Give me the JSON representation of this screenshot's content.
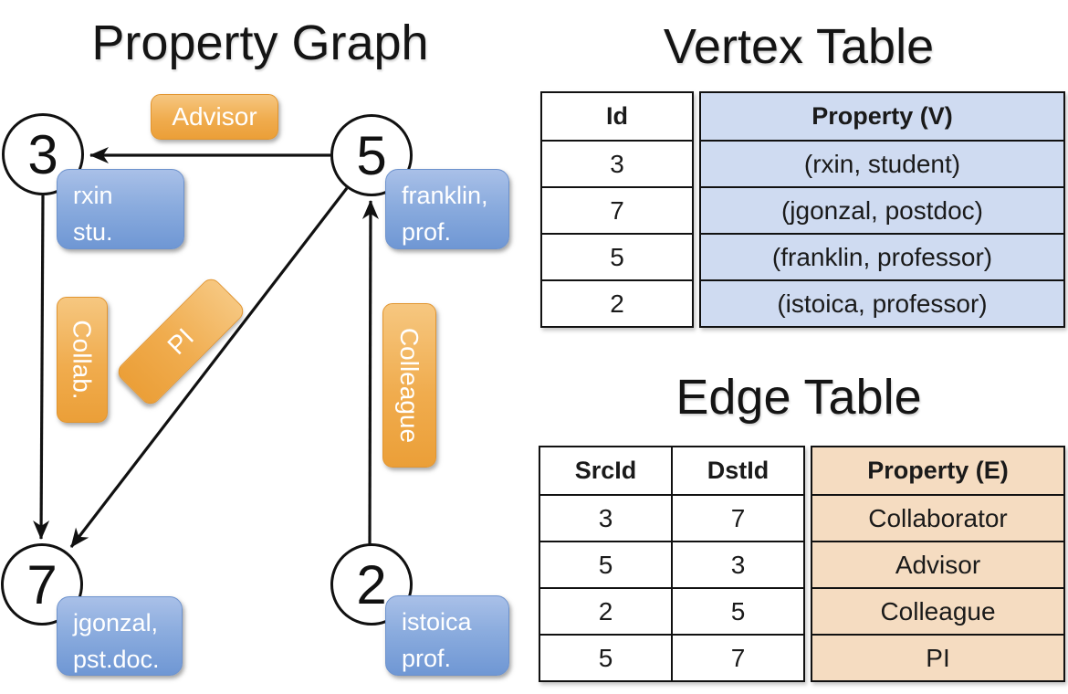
{
  "titles": {
    "graph": "Property Graph",
    "vertex_table": "Vertex Table",
    "edge_table": "Edge Table"
  },
  "graph": {
    "nodes": [
      {
        "id": "3",
        "line1": "rxin",
        "line2": "stu."
      },
      {
        "id": "5",
        "line1": "franklin,",
        "line2": "prof."
      },
      {
        "id": "7",
        "line1": "jgonzal,",
        "line2": "pst.doc."
      },
      {
        "id": "2",
        "line1": "istoica",
        "line2": "prof."
      }
    ],
    "edge_labels": {
      "advisor": "Advisor",
      "collab": "Collab.",
      "pi": "PI",
      "colleague": "Colleague"
    },
    "edges": [
      {
        "from": "5",
        "to": "3",
        "label": "Advisor"
      },
      {
        "from": "3",
        "to": "7",
        "label": "Collab."
      },
      {
        "from": "5",
        "to": "7",
        "label": "PI"
      },
      {
        "from": "2",
        "to": "5",
        "label": "Colleague"
      }
    ]
  },
  "vertex_table": {
    "headers": {
      "id": "Id",
      "property": "Property (V)"
    },
    "rows": [
      {
        "id": "3",
        "property": "(rxin, student)"
      },
      {
        "id": "7",
        "property": "(jgonzal, postdoc)"
      },
      {
        "id": "5",
        "property": "(franklin, professor)"
      },
      {
        "id": "2",
        "property": "(istoica, professor)"
      }
    ]
  },
  "edge_table": {
    "headers": {
      "src": "SrcId",
      "dst": "DstId",
      "property": "Property (E)"
    },
    "rows": [
      {
        "src": "3",
        "dst": "7",
        "property": "Collaborator"
      },
      {
        "src": "5",
        "dst": "3",
        "property": "Advisor"
      },
      {
        "src": "2",
        "dst": "5",
        "property": "Colleague"
      },
      {
        "src": "5",
        "dst": "7",
        "property": "PI"
      }
    ]
  },
  "colors": {
    "edge_label_orange": "#f0ac4e",
    "property_box_blue": "#8bacde",
    "vertex_table_fill": "#cfdbf1",
    "edge_table_fill": "#f5dcc1",
    "line_black": "#111111"
  }
}
